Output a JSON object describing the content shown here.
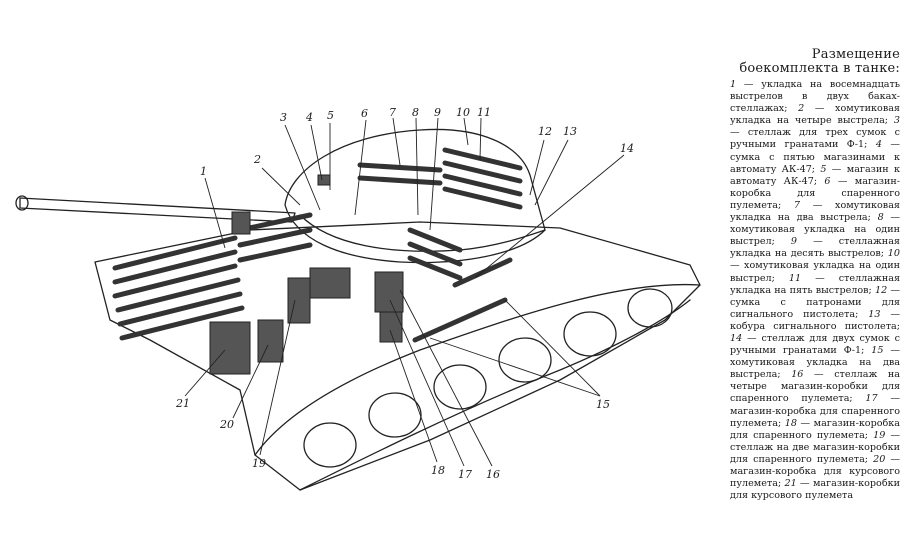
{
  "caption": {
    "title_line1": "Размещение",
    "title_line2": "боекомплекта в танке:",
    "items": [
      {
        "n": "1",
        "text": "укладка на восемнадцать выстрелов в двух баках-стеллажах;"
      },
      {
        "n": "2",
        "text": "хомутиковая укладка на четыре выстрела;"
      },
      {
        "n": "3",
        "text": "стеллаж для трех сумок с ручными гранатами Ф-1;"
      },
      {
        "n": "4",
        "text": "сумка с пятью магазинами к автомату АК-47;"
      },
      {
        "n": "5",
        "text": "магазин к автомату АК-47;"
      },
      {
        "n": "6",
        "text": "магазин-коробка для спаренного пулемета;"
      },
      {
        "n": "7",
        "text": "хомутиковая укладка на два выстрела;"
      },
      {
        "n": "8",
        "text": "хомутиковая укладка на один выстрел;"
      },
      {
        "n": "9",
        "text": "стеллажная укладка на десять выстрелов;"
      },
      {
        "n": "10",
        "text": "хомутиковая укладка на один выстрел;"
      },
      {
        "n": "11",
        "text": "стеллажная укладка на пять выстрелов;"
      },
      {
        "n": "12",
        "text": "сумка с патронами для сигнального пистолета;"
      },
      {
        "n": "13",
        "text": "кобура сигнального пистолета;"
      },
      {
        "n": "14",
        "text": "стеллаж для двух сумок с ручными гранатами Ф-1;"
      },
      {
        "n": "15",
        "text": "хомутиковая укладка на два выстрела;"
      },
      {
        "n": "16",
        "text": "стеллаж на четыре магазин-коробки для спаренного пулемета;"
      },
      {
        "n": "17",
        "text": "магазин-коробка для спаренного пулемета;"
      },
      {
        "n": "18",
        "text": "магазин-коробка для спаренного пулемета;"
      },
      {
        "n": "19",
        "text": "стеллаж на две магазин-коробки для спаренного пулемета;"
      },
      {
        "n": "20",
        "text": "магазин-коробка для курсового пулемета;"
      },
      {
        "n": "21",
        "text": "магазин-коробки для курсового пулемета"
      }
    ]
  },
  "callouts": [
    "1",
    "2",
    "3",
    "4",
    "5",
    "6",
    "7",
    "8",
    "9",
    "10",
    "11",
    "12",
    "13",
    "14",
    "15",
    "16",
    "17",
    "18",
    "19",
    "20",
    "21"
  ]
}
